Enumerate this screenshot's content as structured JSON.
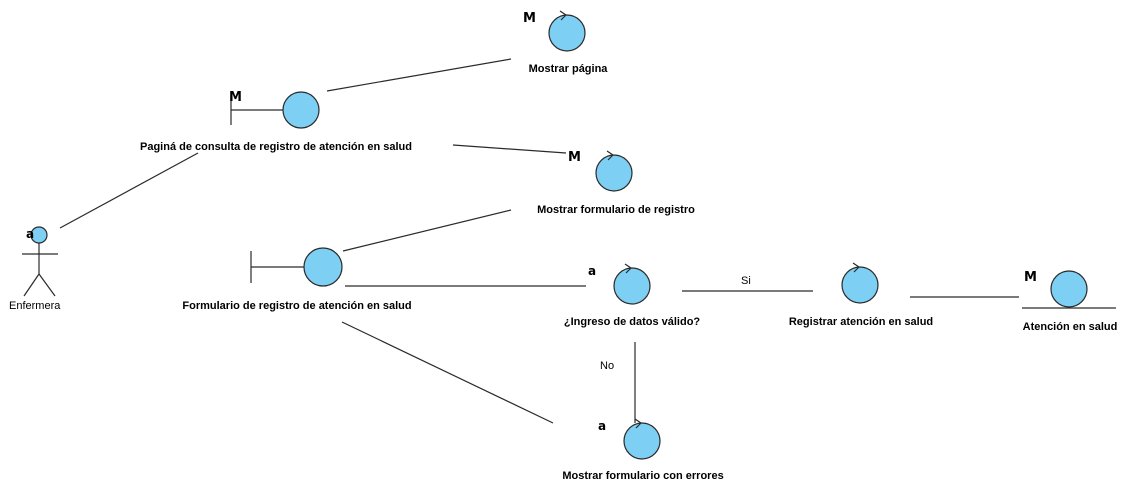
{
  "actor": {
    "name": "Enfermera",
    "stereotype": "a"
  },
  "elements": {
    "mostrar_pagina": {
      "label": "Mostrar página",
      "stereotype": "M"
    },
    "pagina_consulta": {
      "label": "Paginá de consulta de registro de atención en salud",
      "stereotype": "M"
    },
    "mostrar_formulario_registro": {
      "label": "Mostrar formulario de registro",
      "stereotype": "M"
    },
    "formulario_registro": {
      "label": "Formulario de registro de atención en salud"
    },
    "ingreso_datos_valido": {
      "label": "¿Ingreso de datos válido?",
      "stereotype": "a"
    },
    "registrar_atencion": {
      "label": "Registrar atención en salud"
    },
    "atencion_salud": {
      "label": "Atención en salud",
      "stereotype": "M"
    },
    "mostrar_formulario_errores": {
      "label": "Mostrar formulario con errores",
      "stereotype": "a"
    }
  },
  "connections": {
    "si_label": "Si",
    "no_label": "No"
  },
  "colors": {
    "fill": "#7dcff3",
    "stroke": "#2a2a2a"
  }
}
